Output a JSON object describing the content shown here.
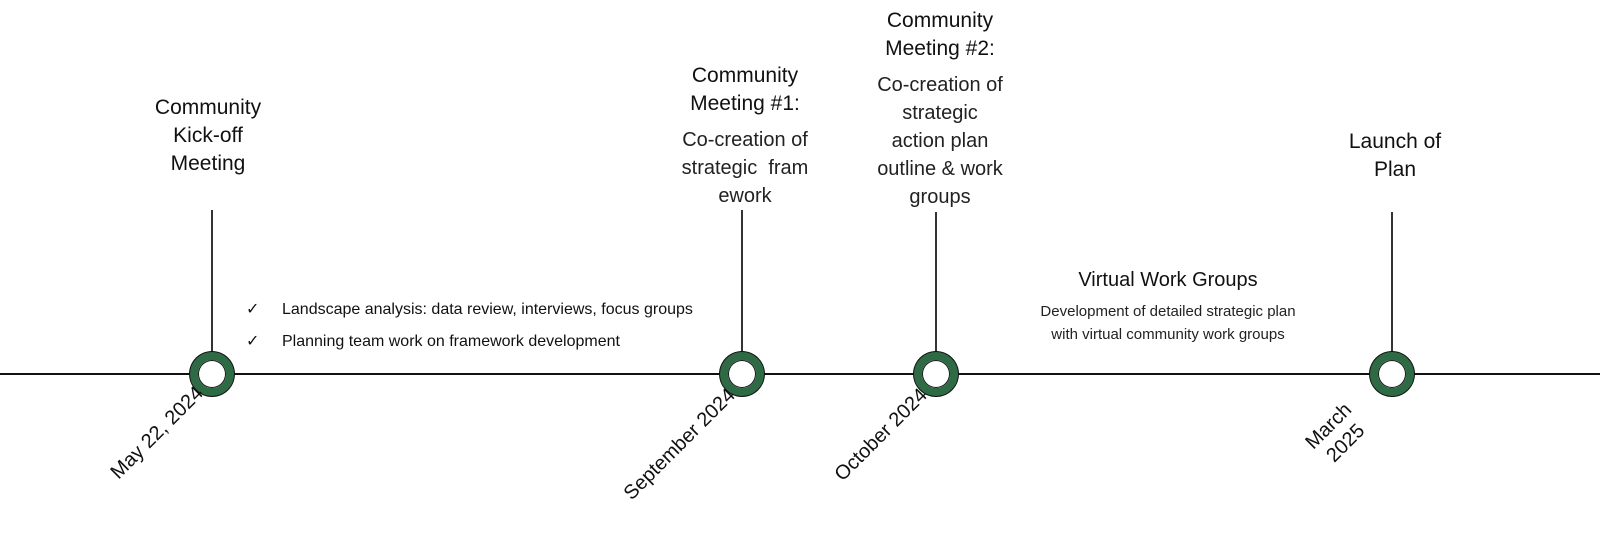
{
  "colors": {
    "ring": "#2e6b45",
    "line": "#111111"
  },
  "milestones": [
    {
      "date": "May 22, 2024",
      "title": [
        "Community",
        "Kick-off",
        "Meeting"
      ],
      "desc": []
    },
    {
      "date": "September 2024",
      "title": [
        "Community",
        "Meeting #1:"
      ],
      "desc": [
        "Co-creation of",
        "strategic  fram",
        "ework"
      ]
    },
    {
      "date": "October 2024",
      "title": [
        "Community",
        "Meeting #2:"
      ],
      "desc": [
        "Co-creation of",
        "strategic",
        "action plan",
        "outline & work",
        "groups"
      ]
    },
    {
      "date": "March 2025",
      "title": [
        "Launch of",
        "Plan"
      ],
      "desc": []
    }
  ],
  "bullets": [
    "Landscape analysis: data review, interviews, focus groups",
    "Planning team work on framework development"
  ],
  "check_icon": "✓",
  "virtual": {
    "title": "Virtual Work Groups",
    "desc": [
      "Development of detailed strategic plan",
      "with virtual community work groups"
    ]
  }
}
